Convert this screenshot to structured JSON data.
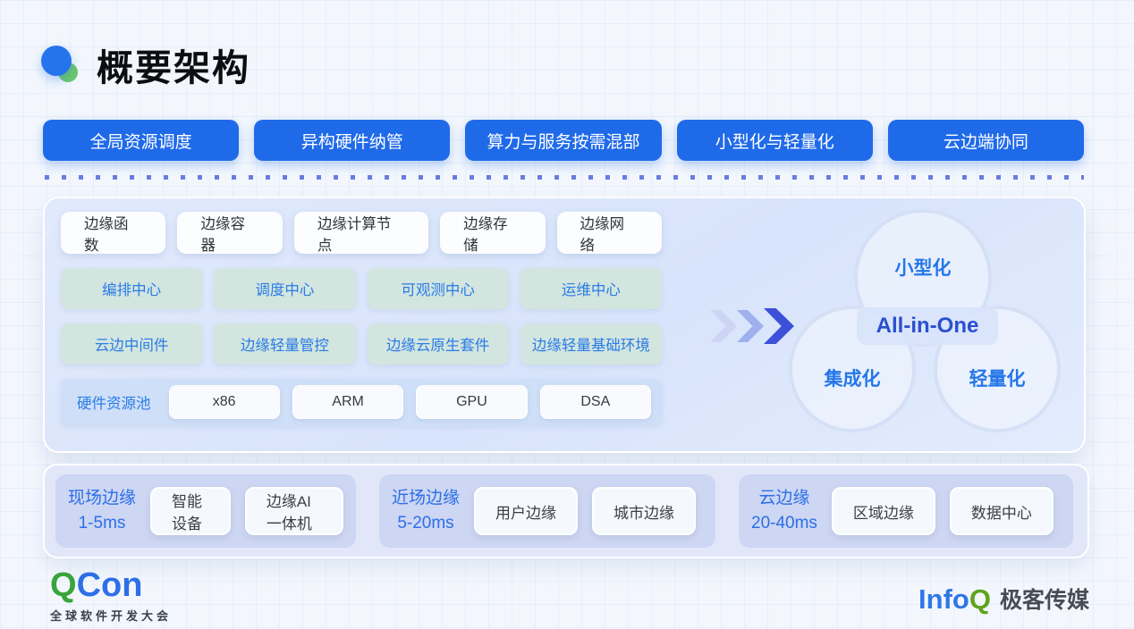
{
  "title": "概要架构",
  "top_buttons": [
    "全局资源调度",
    "异构硬件纳管",
    "算力与服务按需混部",
    "小型化与轻量化",
    "云边端协同"
  ],
  "main_panel": {
    "row1": [
      "边缘函数",
      "边缘容器",
      "边缘计算节点",
      "边缘存储",
      "边缘网络"
    ],
    "row2": [
      "编排中心",
      "调度中心",
      "可观测中心",
      "运维中心"
    ],
    "row3": [
      "云边中间件",
      "边缘轻量管控",
      "边缘云原生套件",
      "边缘轻量基础环境"
    ],
    "hardware": {
      "label": "硬件资源池",
      "chips": [
        "x86",
        "ARM",
        "GPU",
        "DSA"
      ]
    },
    "bubbles": {
      "top": "小型化",
      "left": "集成化",
      "right": "轻量化",
      "center": "All-in-One"
    }
  },
  "edge_tiers": [
    {
      "name": "现场边缘",
      "latency": "1-5ms",
      "chips": [
        "智能设备",
        "边缘AI一体机"
      ]
    },
    {
      "name": "近场边缘",
      "latency": "5-20ms",
      "chips": [
        "用户边缘",
        "城市边缘"
      ]
    },
    {
      "name": "云边缘",
      "latency": "20-40ms",
      "chips": [
        "区域边缘",
        "数据中心"
      ]
    }
  ],
  "footer": {
    "qcon": {
      "q": "Q",
      "con": "Con",
      "subtitle": "全球软件开发大会"
    },
    "infoq": {
      "info": "Info",
      "q": "Q",
      "brand": "极客传媒"
    }
  },
  "icons": {
    "title_dot": "dual-circle-bullet",
    "flow_arrow": "chevron-right"
  },
  "colors": {
    "primary_blue": "#1f6ae9",
    "label_blue": "#2b7ce6",
    "green_pill_bg": "#d2e5df",
    "panel_bg": "#dce7fb",
    "tier_bg": "#cdd6f2",
    "qcon_green": "#3aa43c",
    "qcon_blue": "#2e6fe8",
    "infoq_blue": "#2e77e8",
    "infoq_green": "#5fa31d",
    "arrow_dark": "#3c50d8"
  }
}
